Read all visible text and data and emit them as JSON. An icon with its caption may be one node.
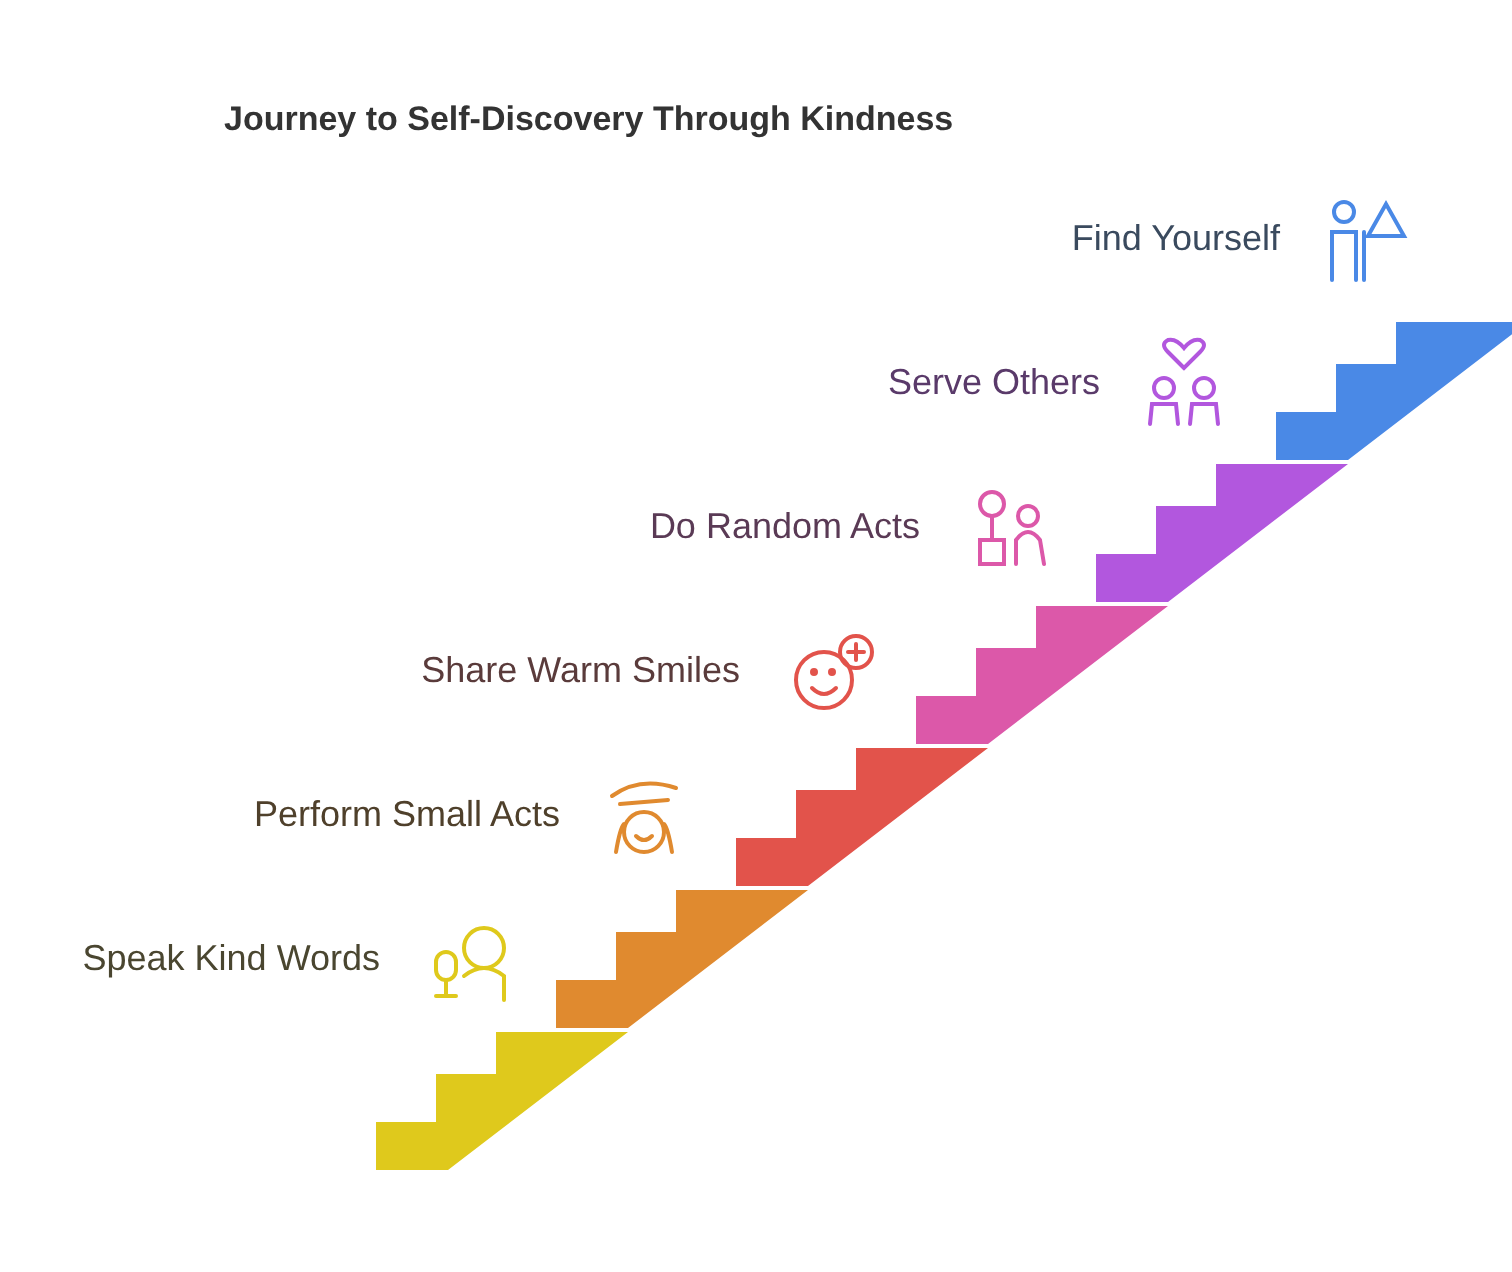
{
  "diagram": {
    "title": "Journey to Self-Discovery Through Kindness",
    "labels": [
      "Find Yourself",
      "Serve Others",
      "Do Random Acts",
      "Share Warm Smiles",
      "Perform Small Acts",
      "Speak Kind Words"
    ]
  }
}
